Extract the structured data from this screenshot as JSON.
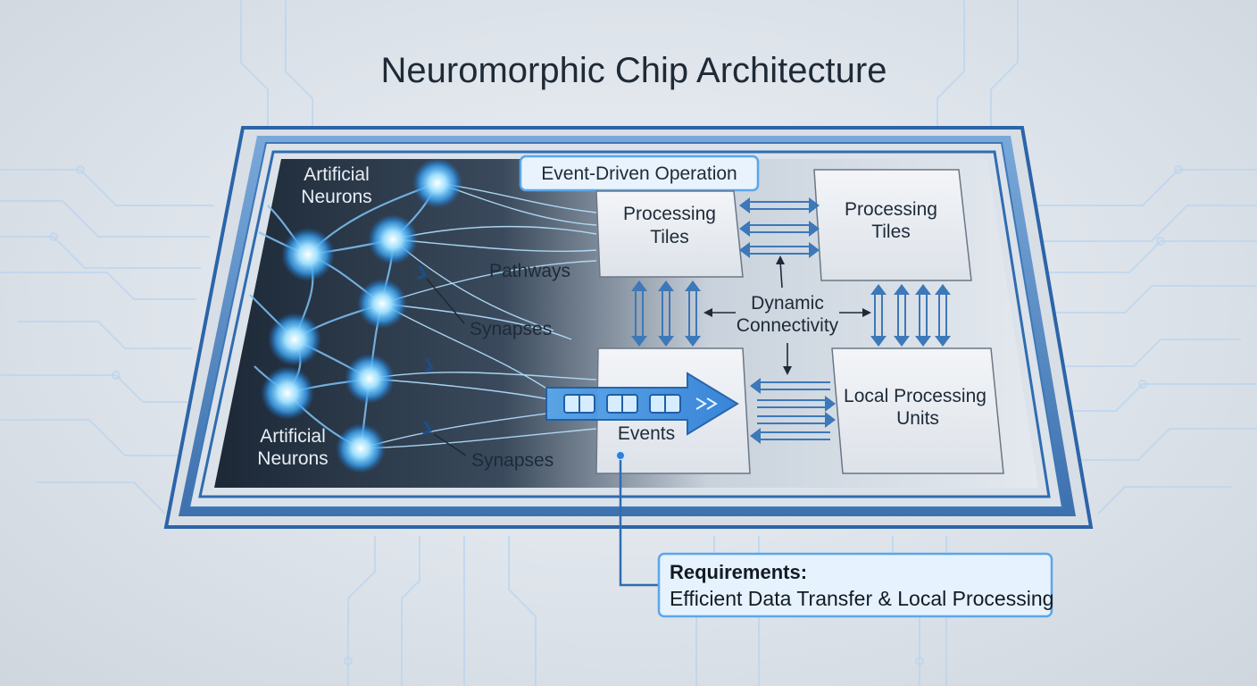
{
  "title": "Neuromorphic Chip Architecture",
  "labels": {
    "artificial_neurons_top": [
      "Artificial",
      "Neurons"
    ],
    "artificial_neurons_bottom": [
      "Artificial",
      "Neurons"
    ],
    "pathways": "Pathways",
    "synapses_top": "Synapses",
    "synapses_bottom": "Synapses",
    "event_driven_operation": "Event-Driven Operation",
    "dynamic_connectivity": [
      "Dynamic",
      "Connectivity"
    ],
    "events": "Events"
  },
  "boxes": {
    "processing_tiles_left": [
      "Processing",
      "Tiles"
    ],
    "processing_tiles_right": [
      "Processing",
      "Tiles"
    ],
    "local_processing_units": [
      "Local Processing",
      "Units"
    ]
  },
  "requirements": {
    "heading": "Requirements:",
    "body": "Efficient Data Transfer & Local Processing"
  },
  "colors": {
    "accent": "#3d78b8",
    "glow": "#5fb4f5",
    "chip_frame": "#2f6cb0",
    "panel": "#e2e7ee"
  }
}
